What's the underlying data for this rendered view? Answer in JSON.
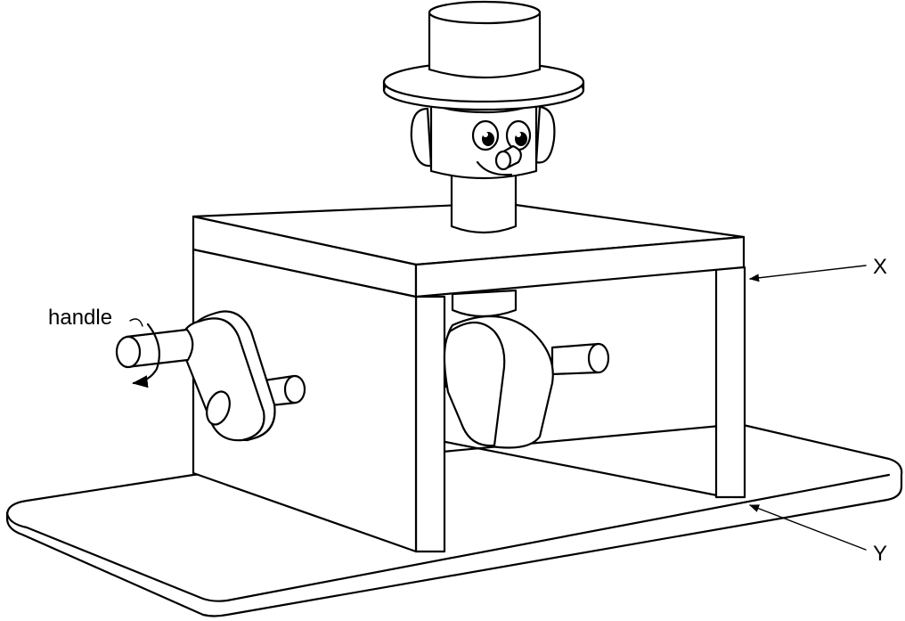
{
  "labels": {
    "handle": "handle",
    "x": "X",
    "y": "Y"
  }
}
